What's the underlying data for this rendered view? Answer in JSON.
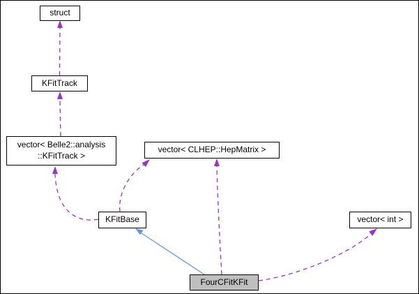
{
  "diagram": {
    "type": "collaboration-graph",
    "nodes": {
      "struct_node": {
        "label": "struct"
      },
      "kfittrack": {
        "label": "KFitTrack"
      },
      "vector_kfittrack": {
        "line1": "vector< Belle2::analysis",
        "line2": "::KFitTrack >"
      },
      "vector_hepmatrix": {
        "label": "vector< CLHEP::HepMatrix >"
      },
      "kfitbase": {
        "label": "KFitBase"
      },
      "vector_int": {
        "label": "vector< int >"
      },
      "fourcfitkfit": {
        "label": "FourCFitKFit"
      }
    },
    "edges": [
      {
        "from": "kfittrack",
        "to": "struct_node",
        "style": "dashed",
        "meaning": "usage"
      },
      {
        "from": "vector_kfittrack",
        "to": "kfittrack",
        "style": "dashed",
        "meaning": "usage"
      },
      {
        "from": "kfitbase",
        "to": "vector_kfittrack",
        "style": "dashed",
        "meaning": "usage"
      },
      {
        "from": "kfitbase",
        "to": "vector_hepmatrix",
        "style": "dashed",
        "meaning": "usage"
      },
      {
        "from": "fourcfitkfit",
        "to": "kfitbase",
        "style": "solid",
        "meaning": "inheritance"
      },
      {
        "from": "fourcfitkfit",
        "to": "vector_hepmatrix",
        "style": "dashed",
        "meaning": "usage"
      },
      {
        "from": "fourcfitkfit",
        "to": "vector_int",
        "style": "dashed",
        "meaning": "usage"
      }
    ],
    "colors": {
      "usage_edge": "#9932cc",
      "inheritance_edge": "#6495ed",
      "node_border": "#000000",
      "node_background": "#ffffff",
      "current_node_background": "#bfbfbf"
    }
  }
}
